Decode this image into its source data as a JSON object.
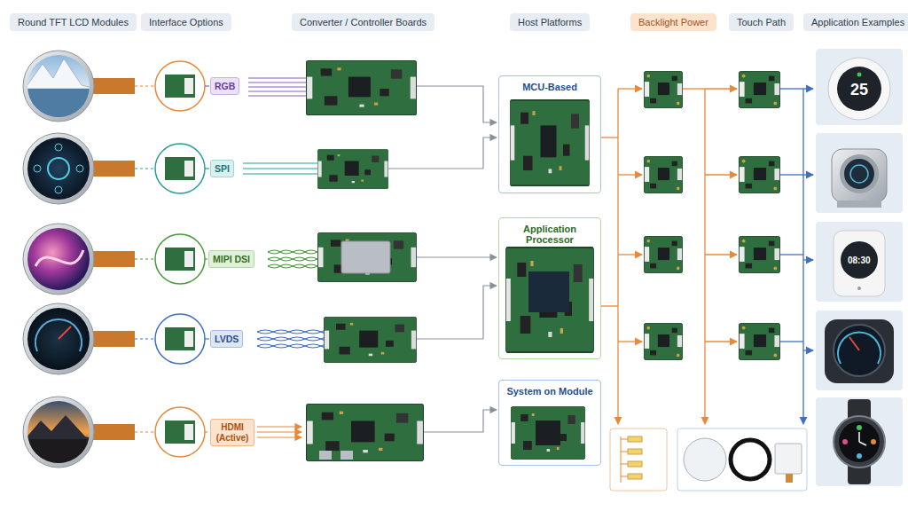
{
  "diagram": {
    "nodes": [
      {
        "text": [
          "Round TFT LCD Modules"
        ]
      },
      {
        "text": [
          "Interface Options"
        ]
      },
      {
        "text": [
          "Converter / Controller Boards"
        ]
      },
      {
        "text": [
          "Host Platforms"
        ]
      },
      {
        "text": [
          "Backlight Power"
        ]
      },
      {
        "text": [
          "Touch Path"
        ]
      },
      {
        "text": [
          "Application Examples"
        ]
      },
      {
        "text": [
          "RGB"
        ]
      },
      {
        "text": [
          "SPI"
        ]
      },
      {
        "text": [
          "MIPI DSI"
        ]
      },
      {
        "text": [
          "LVDS"
        ]
      },
      {
        "text": [
          "HDMI (Active)"
        ]
      },
      {
        "text": [
          "MCU-Based"
        ]
      },
      {
        "text": [
          "Application Processor"
        ]
      },
      {
        "text": [
          "System on Module"
        ]
      }
    ],
    "labels": [
      "25",
      "08:30"
    ]
  }
}
